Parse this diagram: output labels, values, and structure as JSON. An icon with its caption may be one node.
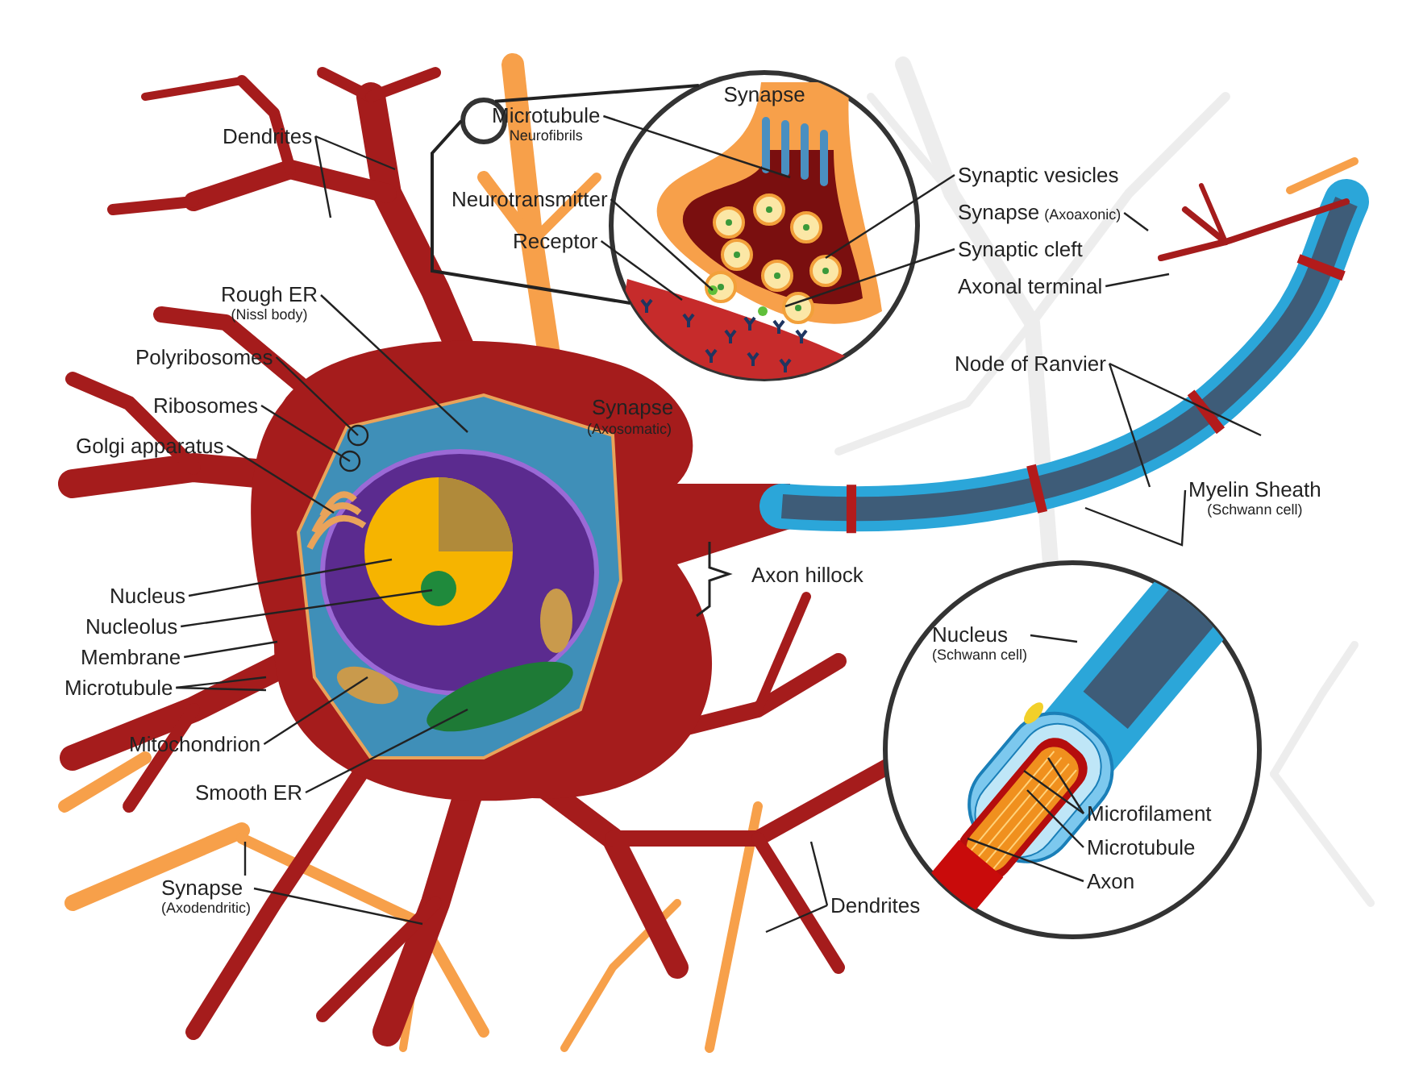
{
  "diagram": {
    "nodes": [
      {
        "text": [
          "Dendrites"
        ]
      },
      {
        "text": [
          "Rough ER",
          "(Nissl body)"
        ]
      },
      {
        "text": [
          "Polyribosomes"
        ]
      },
      {
        "text": [
          "Ribosomes"
        ]
      },
      {
        "text": [
          "Golgi apparatus"
        ]
      },
      {
        "text": [
          "Nucleus"
        ]
      },
      {
        "text": [
          "Nucleolus"
        ]
      },
      {
        "text": [
          "Membrane"
        ]
      },
      {
        "text": [
          "Microtubule"
        ]
      },
      {
        "text": [
          "Mitochondrion"
        ]
      },
      {
        "text": [
          "Smooth ER"
        ]
      },
      {
        "text": [
          "Synapse",
          "(Axodendritic)"
        ]
      },
      {
        "text": [
          "Dendrites"
        ]
      },
      {
        "text": [],
        "shape": "circle"
      },
      {
        "text": [
          "Synapse"
        ]
      },
      {
        "text": [
          "Microtubule",
          "Neurofibrils"
        ]
      },
      {
        "text": [
          "Neurotransmitter"
        ]
      },
      {
        "text": [
          "Receptor"
        ]
      },
      {
        "text": [
          "Synaptic vesicles"
        ]
      },
      {
        "text": [
          "Synapse",
          "(Axoaxonic)"
        ]
      },
      {
        "text": [
          "Synaptic cleft"
        ]
      },
      {
        "text": [
          "Axonal terminal"
        ]
      },
      {
        "text": [
          "Node of Ranvier"
        ]
      },
      {
        "text": [
          "Myelin Sheath",
          "(Schwann cell)"
        ]
      },
      {
        "text": [],
        "shape": "circle"
      },
      {
        "text": [
          "Nucleus",
          "(Schwann cell)"
        ],
        "in": 24
      },
      {
        "text": [
          "Microfilament"
        ],
        "in": 24
      },
      {
        "text": [
          "Microtubule"
        ],
        "in": 24
      },
      {
        "text": [
          "Axon"
        ],
        "in": 24
      }
    ],
    "edges": [
      {
        "from": 0,
        "to": null,
        "arrow": "none"
      },
      {
        "from": 0,
        "to": null,
        "arrow": "none"
      },
      {
        "from": 1,
        "to": null,
        "arrow": "none"
      },
      {
        "from": 2,
        "to": null,
        "arrow": "other"
      },
      {
        "from": 3,
        "to": null,
        "arrow": "other"
      },
      {
        "from": 4,
        "to": null,
        "arrow": "none"
      },
      {
        "from": 5,
        "to": null,
        "arrow": "none"
      },
      {
        "from": 6,
        "to": null,
        "arrow": "none"
      },
      {
        "from": 7,
        "to": null,
        "arrow": "none"
      },
      {
        "from": 8,
        "to": null,
        "arrow": "none"
      },
      {
        "from": 8,
        "to": null,
        "arrow": "none"
      },
      {
        "from": 9,
        "to": null,
        "arrow": "none"
      },
      {
        "from": 10,
        "to": null,
        "arrow": "none"
      },
      {
        "from": 11,
        "to": null,
        "arrow": "none"
      },
      {
        "from": 11,
        "to": null,
        "arrow": "none"
      },
      {
        "from": 12,
        "to": null,
        "arrow": "none"
      },
      {
        "from": 12,
        "to": null,
        "arrow": "none"
      },
      {
        "from": 13,
        "to": 14,
        "arrow": "none"
      },
      {
        "from": 13,
        "to": 14,
        "arrow": "none"
      },
      {
        "from": 15,
        "to": 14,
        "arrow": "none"
      },
      {
        "from": 16,
        "to": 14,
        "arrow": "none"
      },
      {
        "from": 17,
        "to": 14,
        "arrow": "none"
      },
      {
        "from": 18,
        "to": 14,
        "arrow": "none"
      },
      {
        "from": 19,
        "to": null,
        "arrow": "none"
      },
      {
        "from": 20,
        "to": 14,
        "arrow": "none"
      },
      {
        "from": 21,
        "to": null,
        "arrow": "none"
      },
      {
        "from": 22,
        "to": null,
        "arrow": "none"
      },
      {
        "from": 22,
        "to": null,
        "arrow": "none"
      },
      {
        "from": 23,
        "to": null,
        "arrow": "none"
      },
      {
        "from": 25,
        "to": null,
        "arrow": "none"
      },
      {
        "from": 26,
        "to": null,
        "arrow": "none"
      },
      {
        "from": 26,
        "to": null,
        "arrow": "none"
      },
      {
        "from": 27,
        "to": null,
        "arrow": "none"
      },
      {
        "from": 28,
        "to": null,
        "arrow": "none"
      }
    ],
    "labels": [
      "Synapse",
      "(Axosomatic)",
      "Axon hillock"
    ]
  }
}
